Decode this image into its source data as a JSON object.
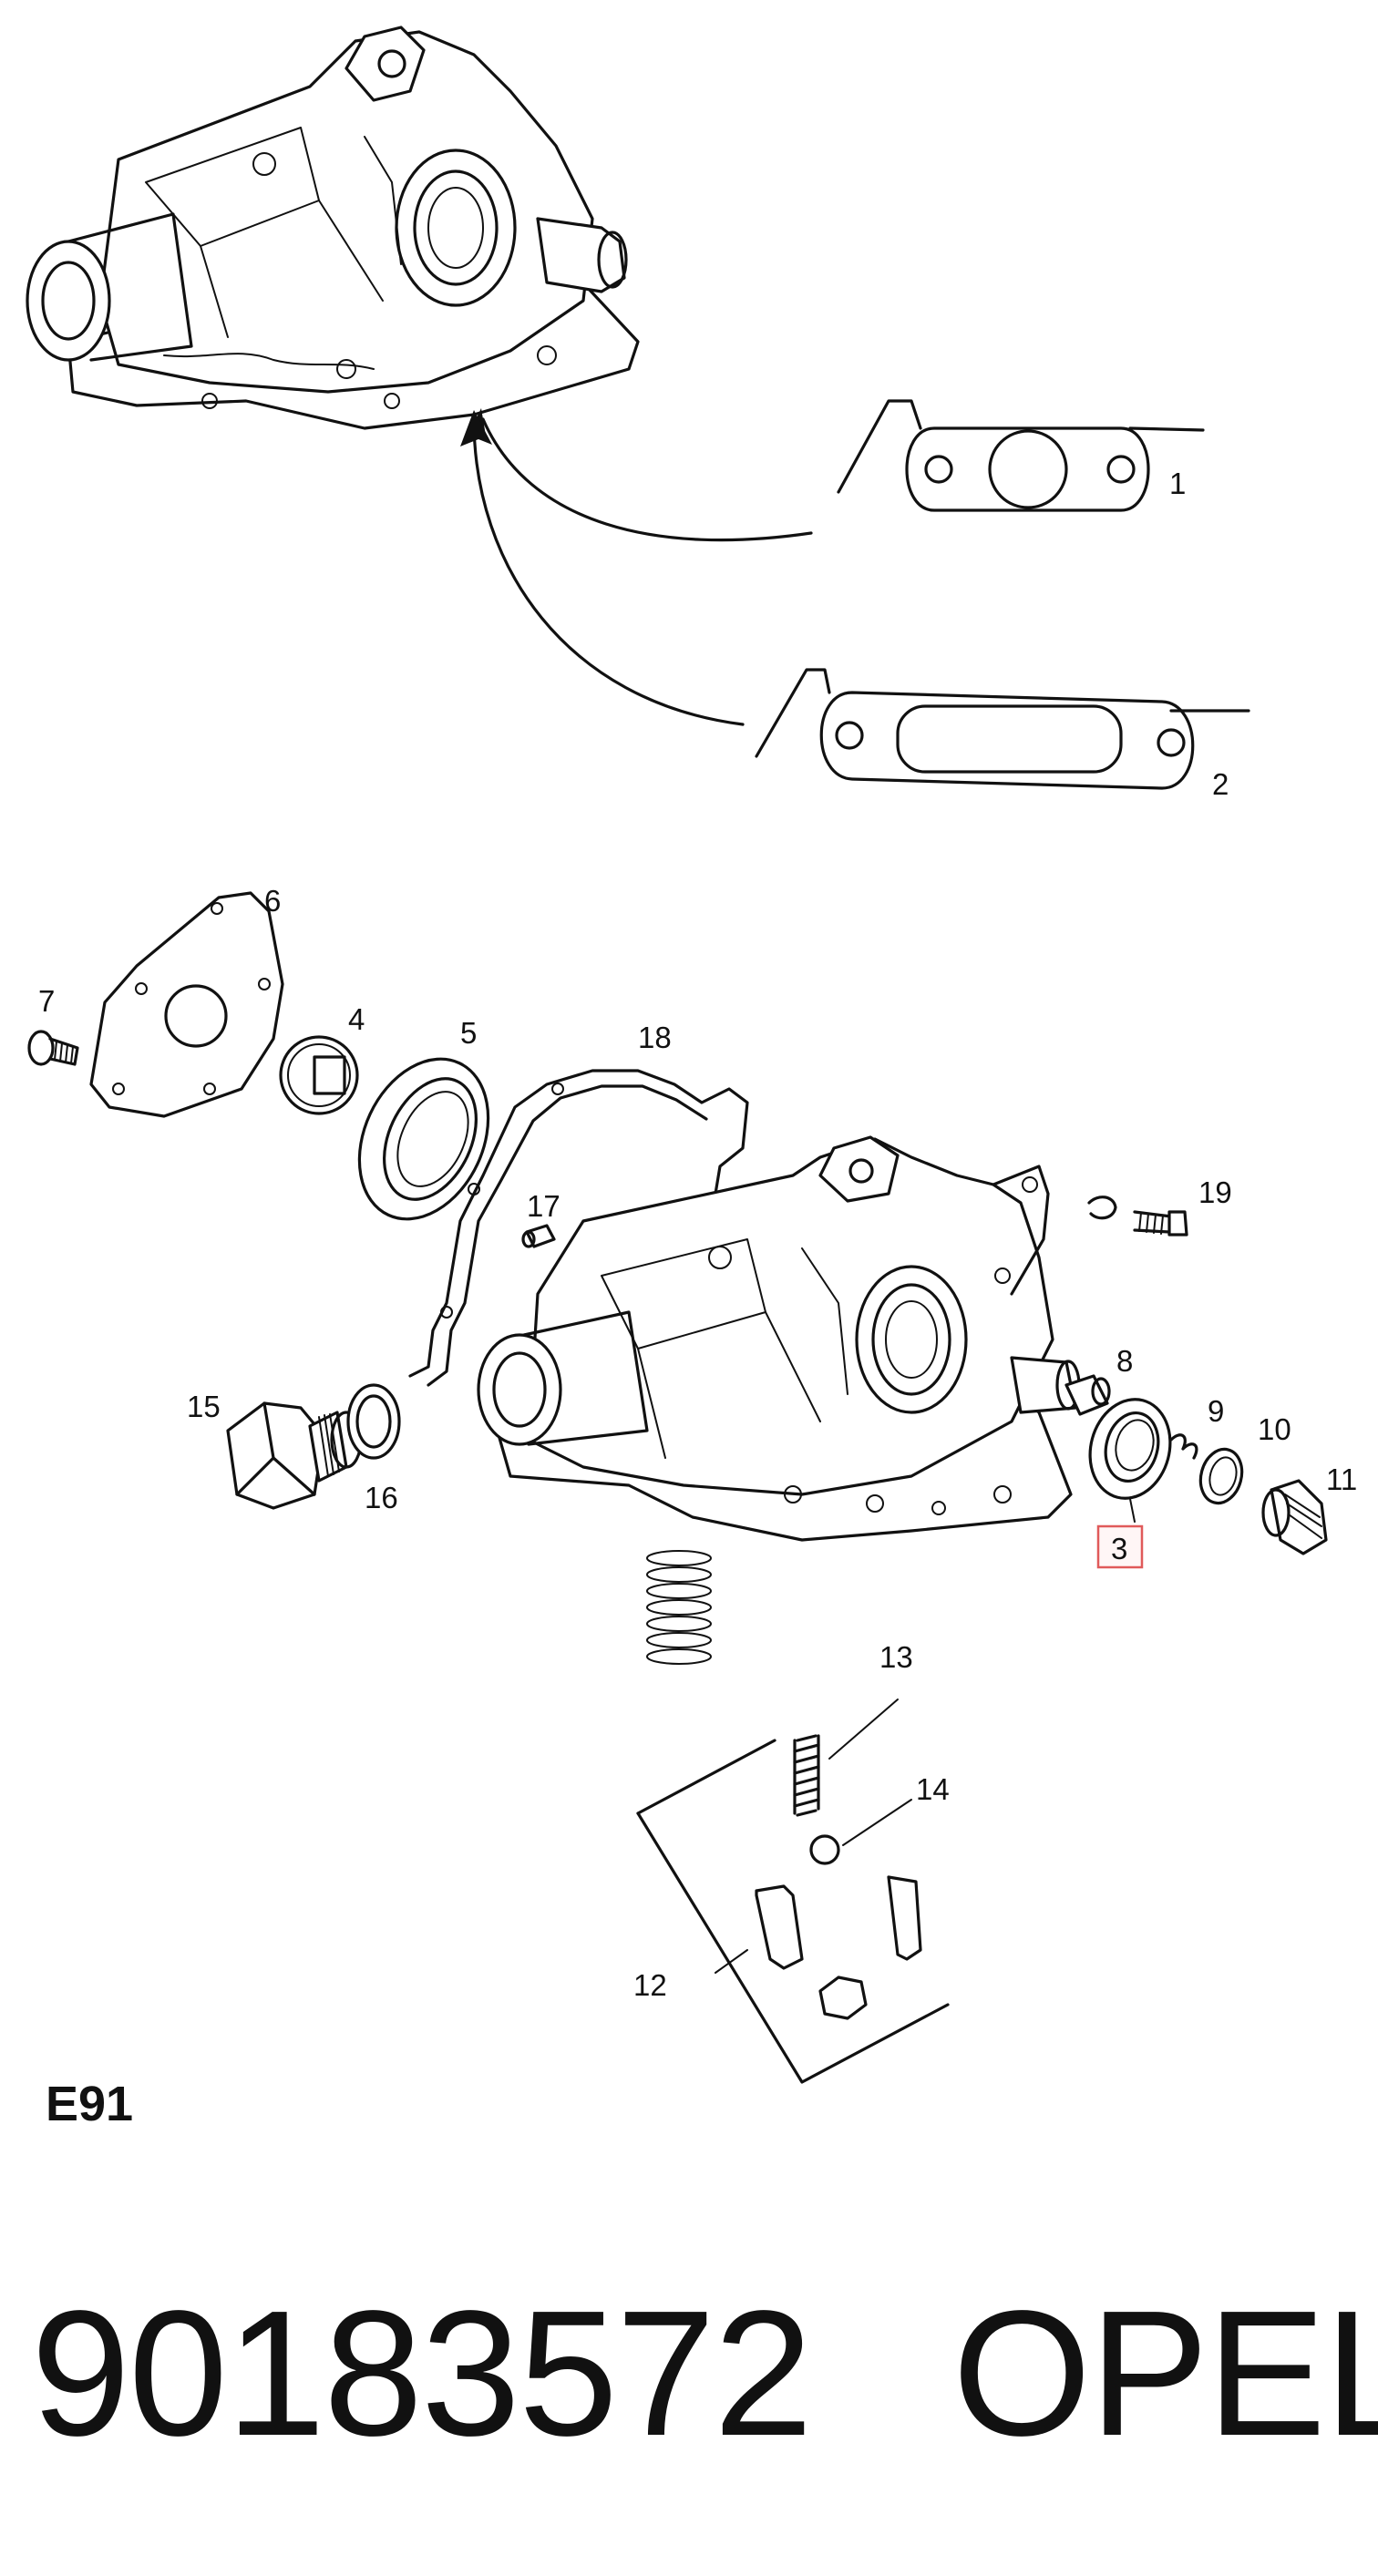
{
  "diagram": {
    "callouts": [
      "1",
      "2",
      "3",
      "4",
      "5",
      "6",
      "7",
      "8",
      "9",
      "10",
      "11",
      "12",
      "13",
      "14",
      "15",
      "16",
      "17",
      "18",
      "19"
    ],
    "highlighted_callout": "3",
    "highlight_color": "#e05a5a",
    "section_code": "E91"
  },
  "footer": {
    "part_number": "90183572",
    "brand": "OPEL"
  }
}
